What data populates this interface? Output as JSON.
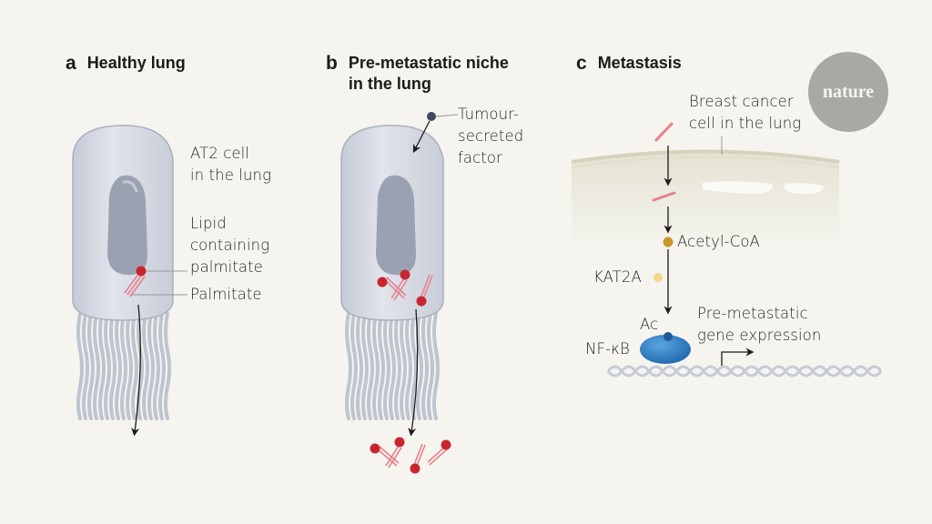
{
  "panels": {
    "a": {
      "letter": "a",
      "title": "Healthy lung",
      "labels": {
        "cell": "AT2 cell\nin the lung",
        "lipid": "Lipid\ncontaining\npalmitate",
        "palmitate": "Palmitate"
      }
    },
    "b": {
      "letter": "b",
      "title": "Pre-metastatic niche\nin the lung",
      "labels": {
        "factor": "Tumour-\nsecreted\nfactor"
      }
    },
    "c": {
      "letter": "c",
      "title": "Metastasis",
      "labels": {
        "cancer_cell": "Breast cancer\ncell in the lung",
        "acetyl": "Acetyl-CoA",
        "kat2a": "KAT2A",
        "ac": "Ac",
        "nfkb": "NF-κB",
        "gene": "Pre-metastatic\ngene expression"
      }
    }
  },
  "logo": {
    "text": "nature"
  },
  "colors": {
    "background": "#f5f4ee",
    "cell_body": "#d5d8e2",
    "nucleus": "#9aa2b2",
    "lipid_head": "#c8262e",
    "palmitate": "#e8808a",
    "acetyl_coa": "#c9962a",
    "kat2a": "#f2d98a",
    "nfkb": "#2f7fc4",
    "factor": "#3e4a60",
    "dna": "#c5cbd6"
  }
}
